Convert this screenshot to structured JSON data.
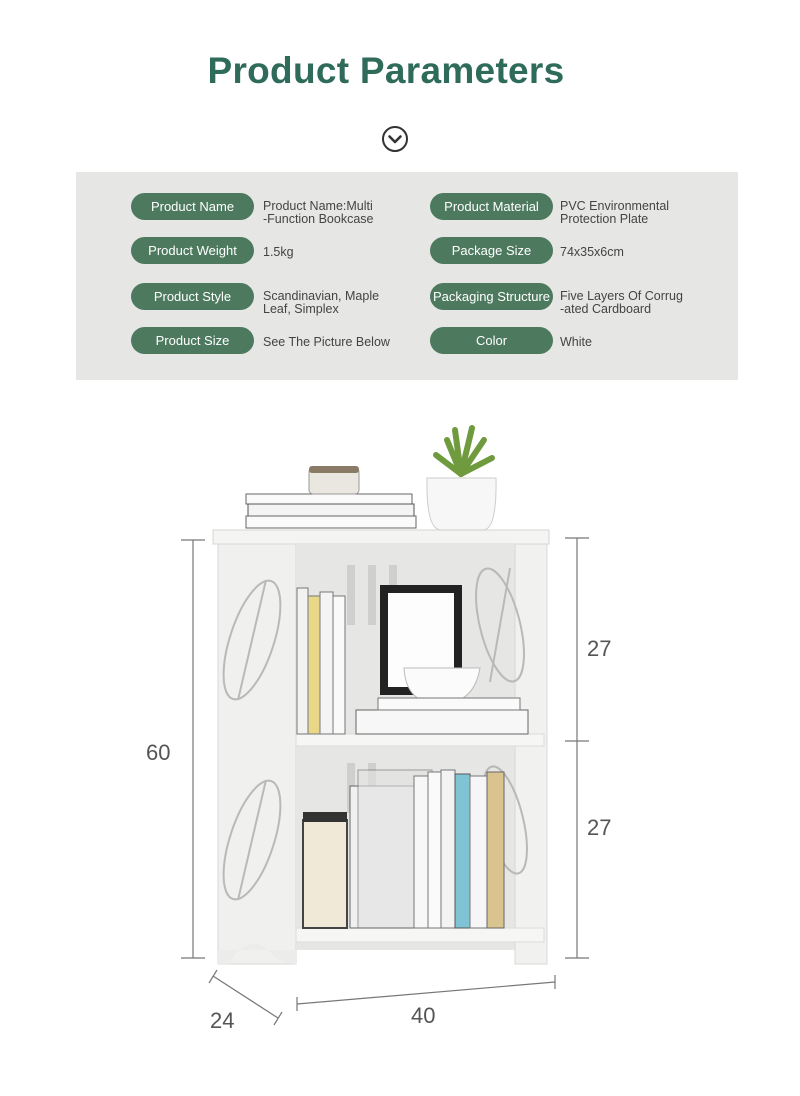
{
  "title": "Product Parameters",
  "icons": {
    "down": "chevron-down-circle-icon"
  },
  "params": [
    {
      "label": "Product Name",
      "value": "Product Name:Multi\n-Function Bookcase"
    },
    {
      "label": "Product Material",
      "value": "PVC Environmental\nProtection Plate"
    },
    {
      "label": "Product Weight",
      "value": "1.5kg"
    },
    {
      "label": "Package Size",
      "value": "74x35x6cm"
    },
    {
      "label": "Product Style",
      "value": "Scandinavian, Maple\nLeaf, Simplex"
    },
    {
      "label": "Packaging Structure",
      "value": "Five Layers Of Corrug\n-ated Cardboard"
    },
    {
      "label": "Product Size",
      "value": "See The Picture Below"
    },
    {
      "label": "Color",
      "value": "White"
    }
  ],
  "dimensions": {
    "height": "60",
    "upper": "27",
    "lower": "27",
    "depth": "24",
    "width": "40"
  },
  "colors": {
    "title": "#2f6b5a",
    "pill": "#4d7a5e",
    "panel": "#e6e6e4"
  }
}
